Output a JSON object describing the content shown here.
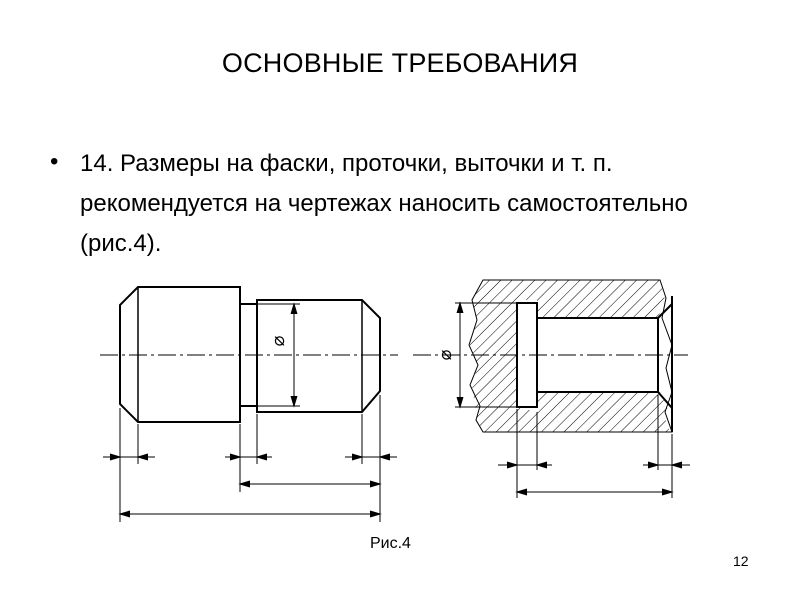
{
  "slide": {
    "title": "ОСНОВНЫЕ ТРЕБОВАНИЯ",
    "bullet_marker": "•",
    "bullet_text": "14. Размеры на фаски, проточки, выточки и т. п. рекомендуется на чертежах наносить самостоятельно (рис.4).",
    "diameter_symbol": "⌀",
    "caption": "Рис.4",
    "page_number": "12"
  }
}
